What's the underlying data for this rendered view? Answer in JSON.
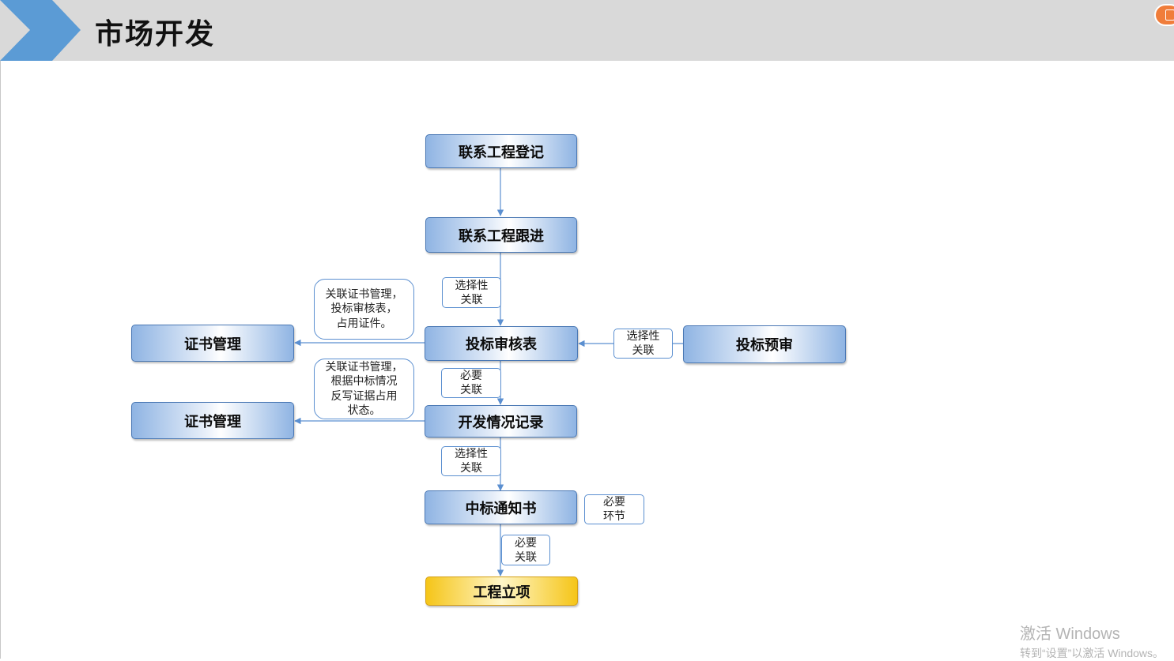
{
  "header": {
    "title": "市场开发"
  },
  "nodes": {
    "register": "联系工程登记",
    "follow": "联系工程跟进",
    "bid_review": "投标审核表",
    "cert_mgmt_1": "证书管理",
    "prequal": "投标预审",
    "dev_record": "开发情况记录",
    "cert_mgmt_2": "证书管理",
    "award_notice": "中标通知书",
    "project_setup": "工程立项"
  },
  "tags": {
    "follow_to_bid": [
      "选择性",
      "关联"
    ],
    "prequal_to_bid": [
      "选择性",
      "关联"
    ],
    "bid_to_dev": [
      "必要",
      "关联"
    ],
    "dev_to_award": [
      "选择性",
      "关联"
    ],
    "award_required": [
      "必要",
      "环节"
    ],
    "award_to_project": [
      "必要",
      "关联"
    ]
  },
  "notes": {
    "cert_link_1": [
      "关联证书管理，",
      "投标审核表，",
      "占用证件。"
    ],
    "cert_link_2": [
      "关联证书管理，",
      "根据中标情况",
      "反写证据占用",
      "状态。"
    ]
  },
  "watermark": {
    "line1": "激活 Windows",
    "line2": "转到“设置”以激活 Windows。"
  },
  "colors": {
    "header_bg": "#d9d9d9",
    "chevron": "#5b9bd5",
    "node_border": "#4a78b4",
    "connector": "#5b8fd0",
    "project_node": "#f5c518"
  }
}
